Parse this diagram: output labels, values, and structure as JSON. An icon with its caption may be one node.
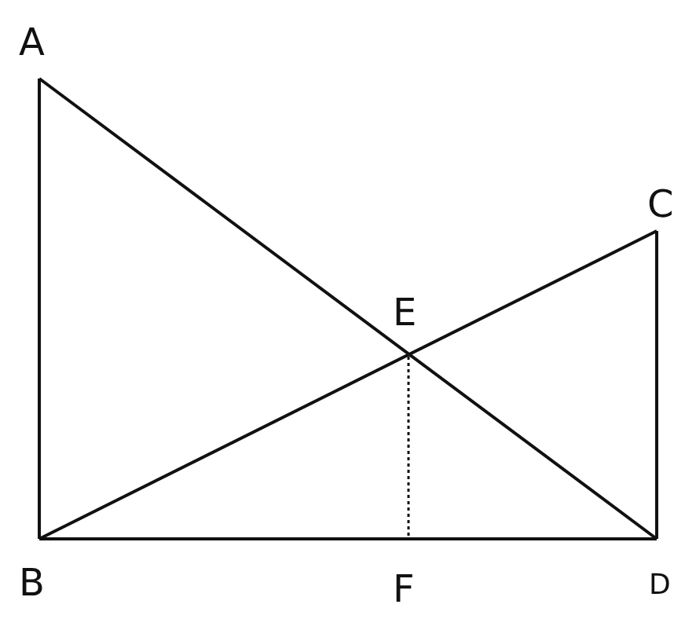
{
  "diagram": {
    "labels": [
      "A",
      "C",
      "E",
      "B",
      "F",
      "D"
    ]
  }
}
